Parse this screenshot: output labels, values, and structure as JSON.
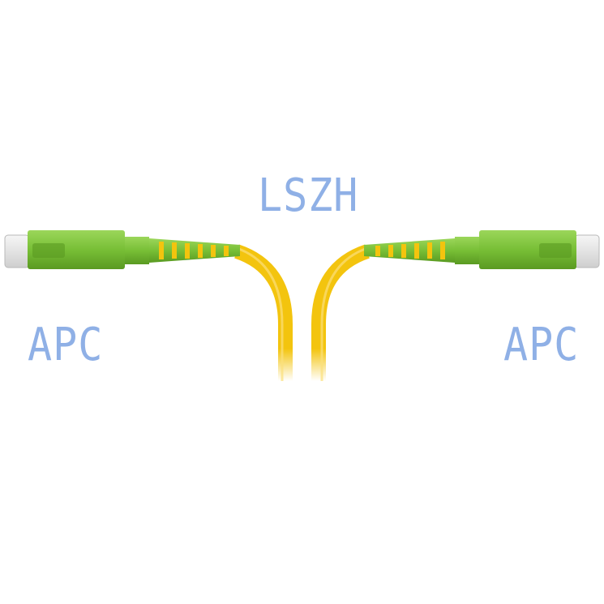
{
  "labels": {
    "cable_type": "LSZH",
    "left_polish": "APC",
    "right_polish": "APC"
  },
  "colors": {
    "label_text": "#8fb0e6",
    "connector_green": "#78bf36",
    "cable_yellow": "#f3c40e",
    "ferrule_cap": "#e6e6e6"
  },
  "icons": {
    "left_connector": "sc-apc-connector-icon",
    "right_connector": "sc-apc-connector-icon"
  }
}
